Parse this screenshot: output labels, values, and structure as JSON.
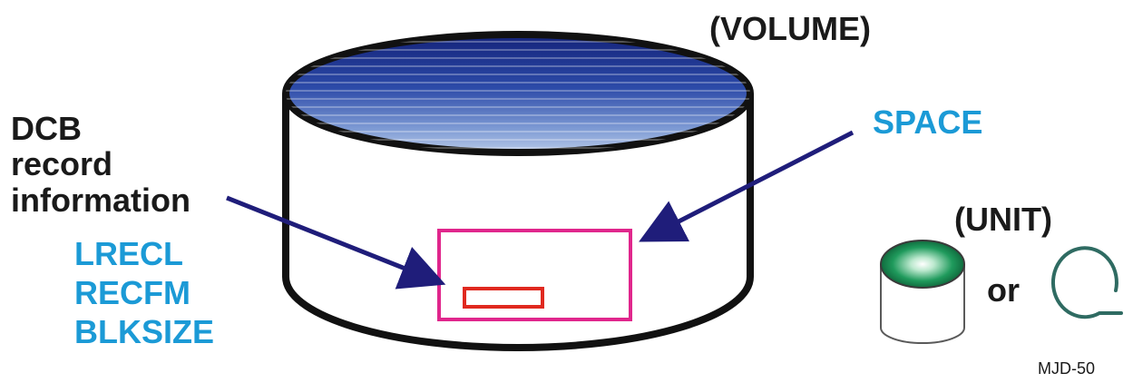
{
  "labels": {
    "volume": "(VOLUME)",
    "dcb_line1": "DCB",
    "dcb_line2": "record",
    "dcb_line3": "information",
    "lrecl": "LRECL",
    "recfm": "RECFM",
    "blksize": "BLKSIZE",
    "space": "SPACE",
    "unit": "(UNIT)",
    "or": "or",
    "figure_id": "MJD-50"
  },
  "colors": {
    "disk_top_dark": "#14237a",
    "disk_top_light": "#9fb6df",
    "dataset_box": "#e0268c",
    "record_box": "#e0291f",
    "arrow": "#1f1d7a",
    "dcb_text": "#1a1a1a",
    "param_text": "#1b9ad6",
    "disk_icon_green": "#0f7a45",
    "tape_icon": "#2f6b62"
  }
}
